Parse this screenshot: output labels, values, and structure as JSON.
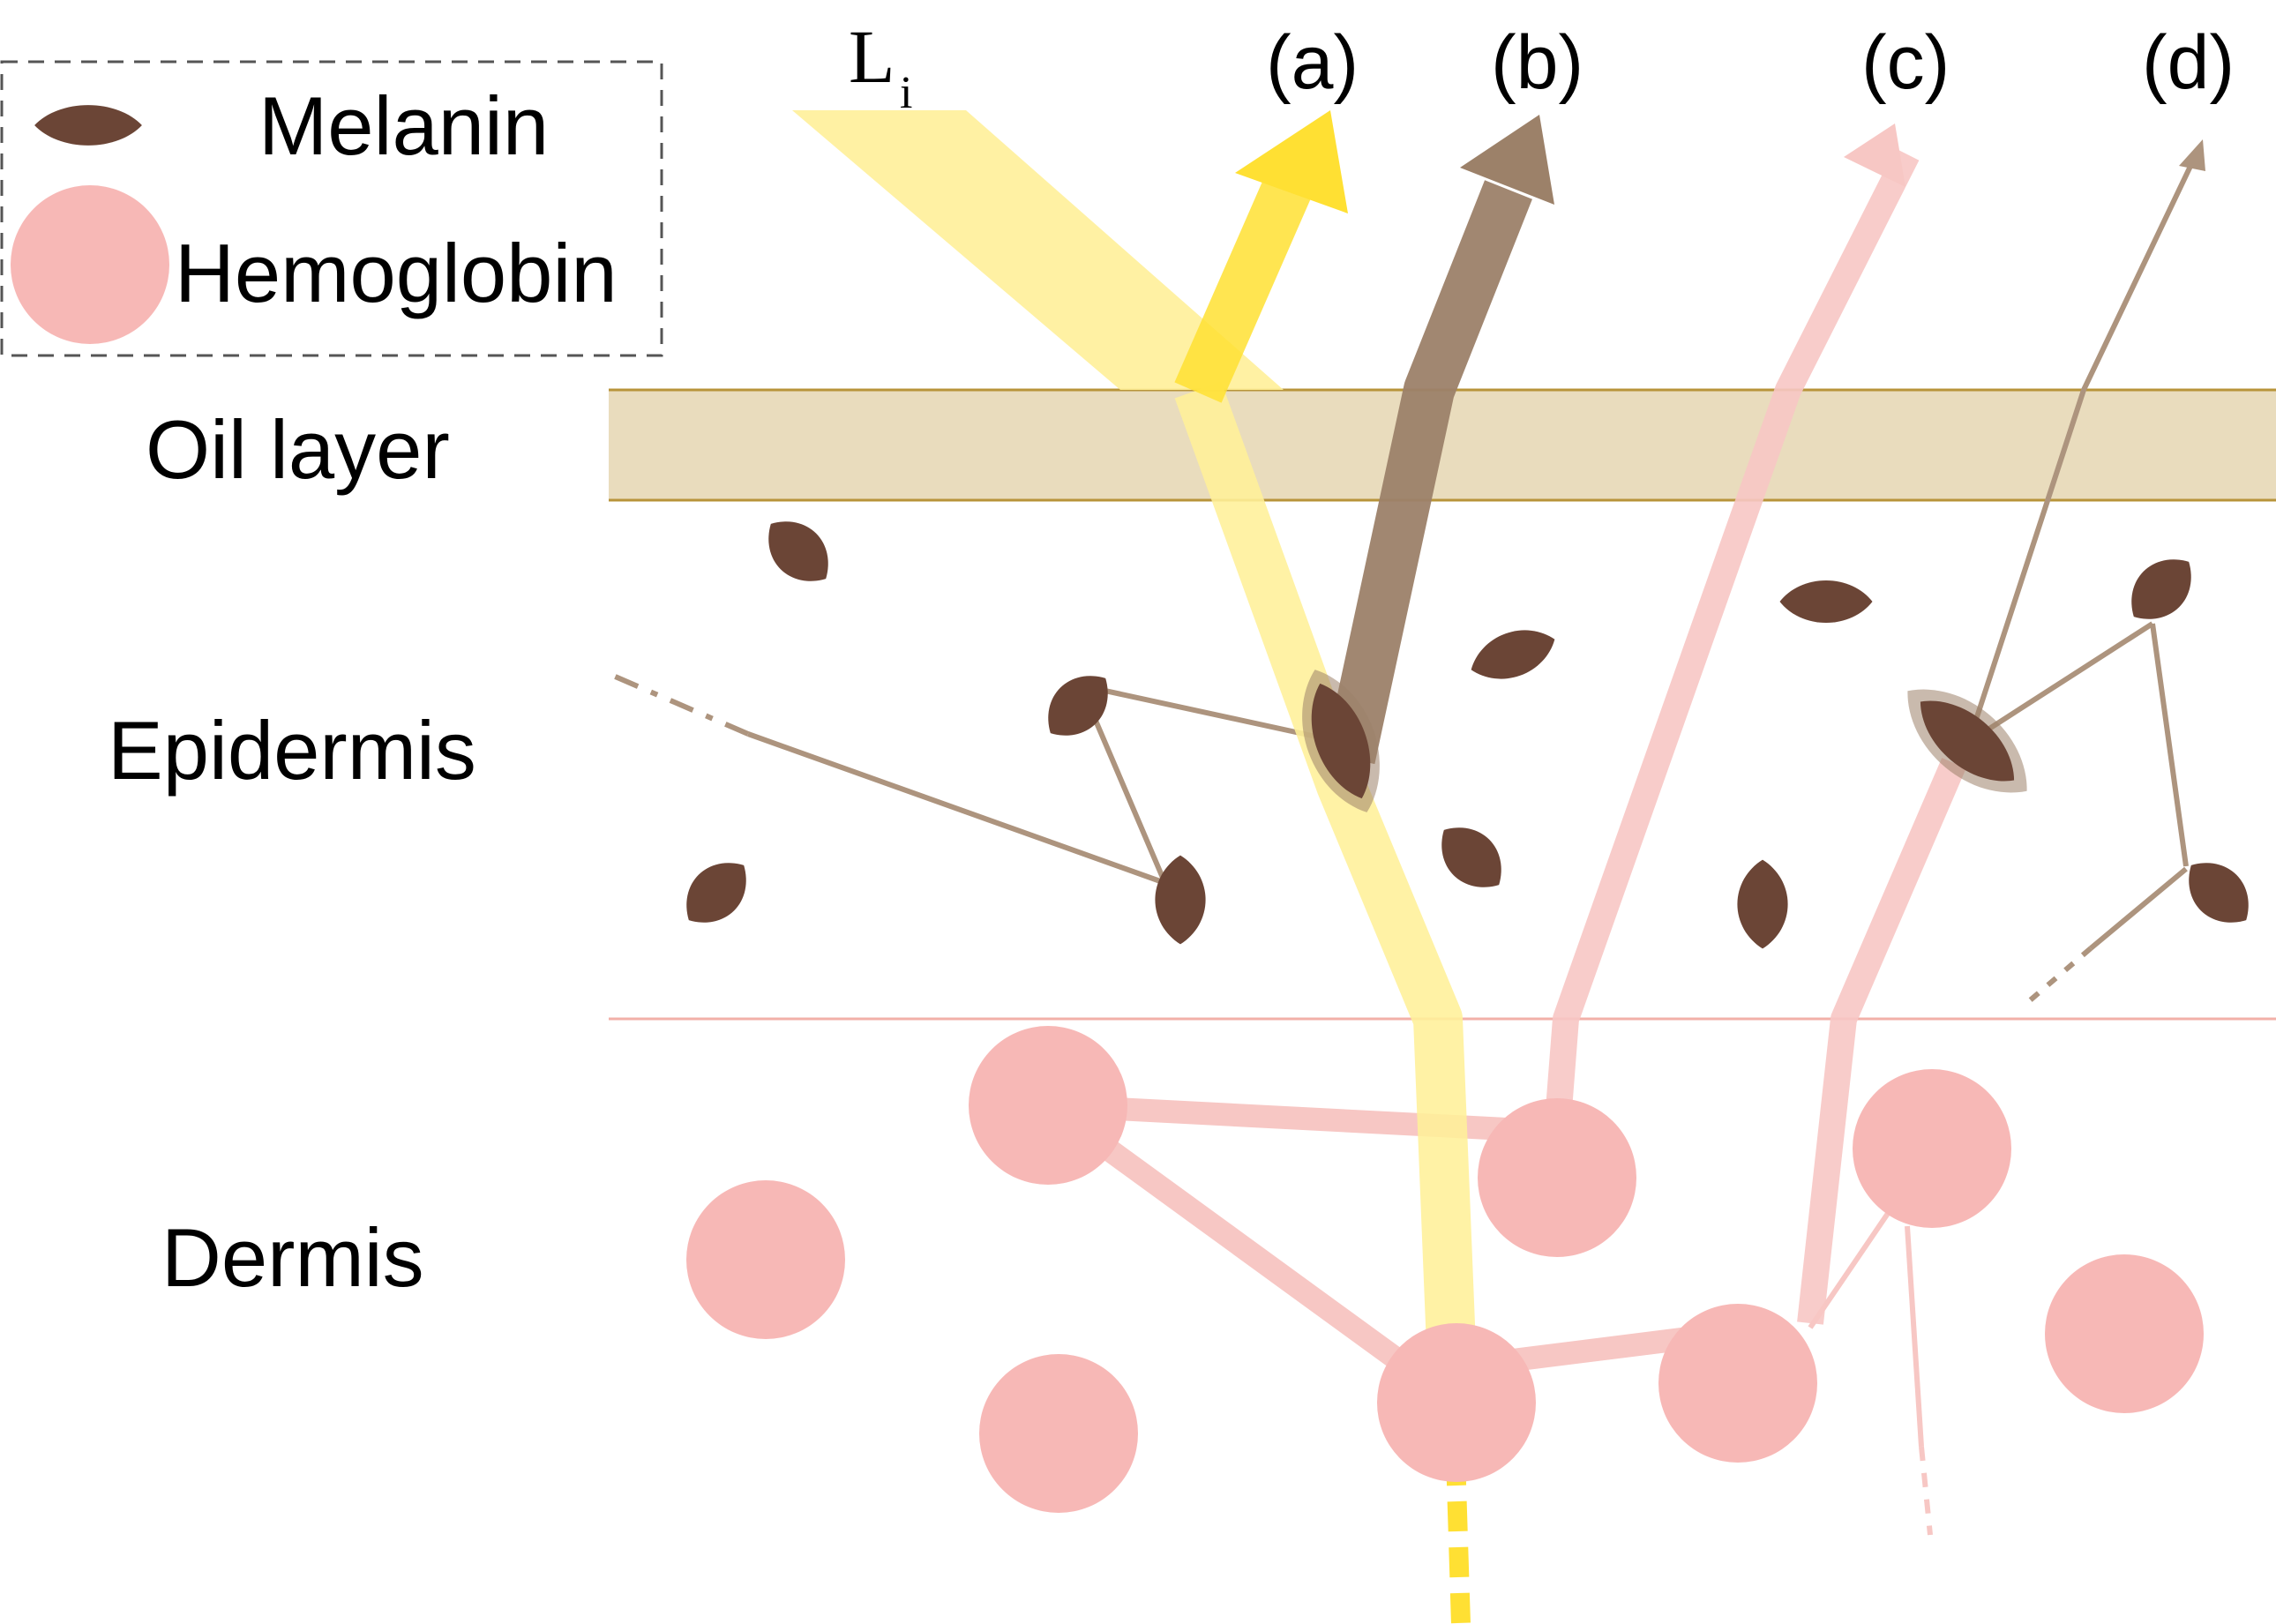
{
  "legend": {
    "melanin_label": "Melanin",
    "hemoglobin_label": "Hemoglobin"
  },
  "layers": {
    "oil": "Oil layer",
    "epidermis": "Epidermis",
    "dermis": "Dermis"
  },
  "incident_light": {
    "symbol": "L",
    "subscript": "i"
  },
  "paths": {
    "a": "(a)",
    "b": "(b)",
    "c": "(c)",
    "d": "(d)"
  },
  "colors": {
    "melanin": "#6b4536",
    "hemoglobin": "#f7b8b6",
    "oil": "#e9dcbd",
    "oil_border": "#b8943a",
    "light_yellow": "#fff099",
    "bright_yellow": "#ffe033",
    "brown_ray": "#9c8169",
    "thin_brown": "#ad947e",
    "pink_ray": "#f7c7c4",
    "boundary_pink": "#f2b0a8",
    "legend_border": "#555555"
  }
}
